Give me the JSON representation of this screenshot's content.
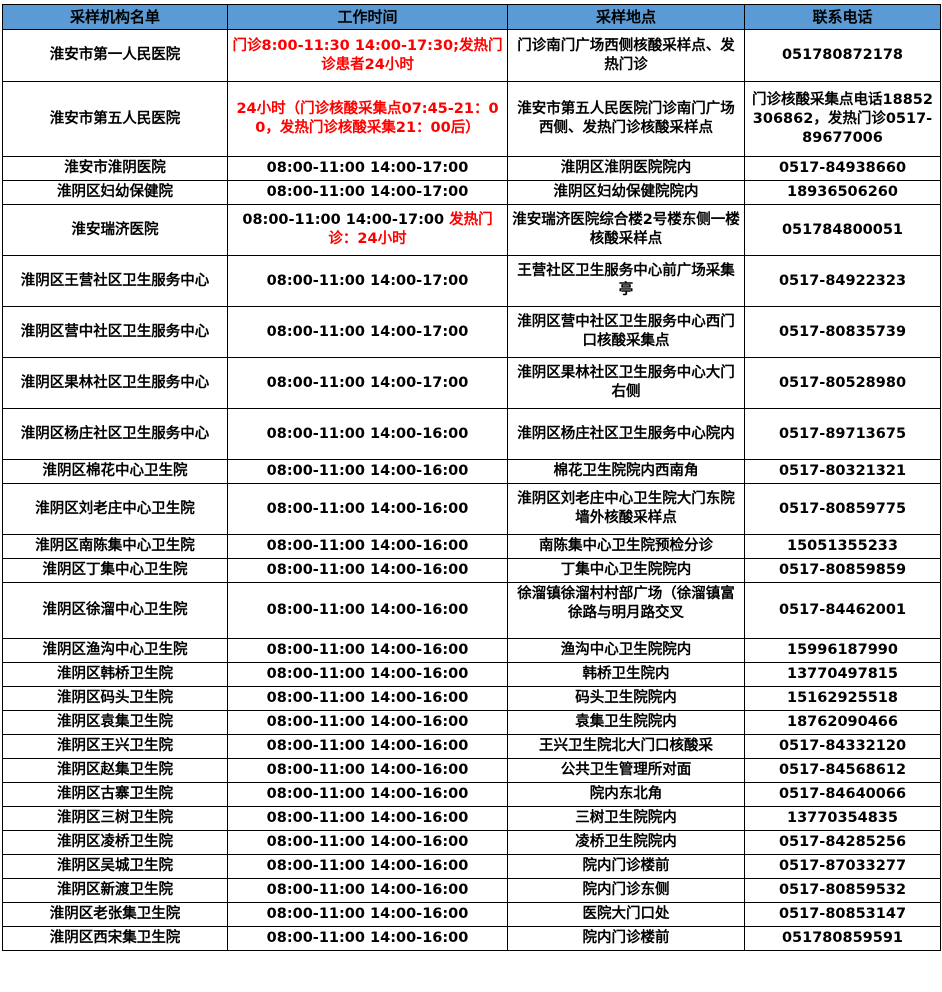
{
  "headers": [
    "采样机构名单",
    "工作时间",
    "采样地点",
    "联系电话"
  ],
  "rows": [
    {
      "org": "淮安市第一人民医院",
      "time": "门诊8:00-11:30 14:00-17:30;发热门诊患者24小时",
      "time_red": true,
      "loc": "门诊南门广场西侧核酸采样点、发热门诊",
      "phone": "051780872178"
    },
    {
      "org": "淮安市第五人民医院",
      "time": "24小时（门诊核酸采集点07:45-21：00，发热门诊核酸采集21：00后）",
      "time_red": true,
      "loc": "淮安市第五人民医院门诊南门广场西侧、发热门诊核酸采样点",
      "phone": "门诊核酸采集点电话18852306862，发热门诊0517-89677006"
    },
    {
      "org": "淮安市淮阴医院",
      "time": "08:00-11:00 14:00-17:00",
      "loc": "淮阴区淮阴医院院内",
      "phone": "0517-84938660"
    },
    {
      "org": "淮阴区妇幼保健院",
      "time": "08:00-11:00 14:00-17:00",
      "loc": "淮阴区妇幼保健院院内",
      "phone": "18936506260"
    },
    {
      "org": "淮安瑞济医院",
      "time": "08:00-11:00 14:00-17:00",
      "time_extra": "发热门诊：24小时",
      "loc": "淮安瑞济医院综合楼2号楼东侧一楼核酸采样点",
      "phone": "051784800051"
    },
    {
      "org": "淮阴区王营社区卫生服务中心",
      "time": "08:00-11:00 14:00-17:00",
      "loc": "王营社区卫生服务中心前广场采集亭",
      "phone": "0517-84922323"
    },
    {
      "org": "淮阴区营中社区卫生服务中心",
      "time": "08:00-11:00 14:00-17:00",
      "loc": "淮阴区营中社区卫生服务中心西门口核酸采集点",
      "phone": "0517-80835739"
    },
    {
      "org": "淮阴区果林社区卫生服务中心",
      "time": "08:00-11:00 14:00-17:00",
      "loc": "淮阴区果林社区卫生服务中心大门右侧",
      "phone": "0517-80528980"
    },
    {
      "org": "淮阴区杨庄社区卫生服务中心",
      "time": "08:00-11:00 14:00-16:00",
      "loc": "淮阴区杨庄社区卫生服务中心院内",
      "phone": "0517-89713675"
    },
    {
      "org": "淮阴区棉花中心卫生院",
      "time": "08:00-11:00 14:00-16:00",
      "loc": "棉花卫生院院内西南角",
      "phone": "0517-80321321"
    },
    {
      "org": "淮阴区刘老庄中心卫生院",
      "time": "08:00-11:00 14:00-16:00",
      "loc": "淮阴区刘老庄中心卫生院大门东院墙外核酸采样点",
      "phone": "0517-80859775"
    },
    {
      "org": "淮阴区南陈集中心卫生院",
      "time": "08:00-11:00 14:00-16:00",
      "loc": "南陈集中心卫生院预检分诊",
      "phone": "15051355233"
    },
    {
      "org": "淮阴区丁集中心卫生院",
      "time": "08:00-11:00 14:00-16:00",
      "loc": "丁集中心卫生院院内",
      "phone": "0517-80859859"
    },
    {
      "org": "淮阴区徐溜中心卫生院",
      "time": "08:00-11:00 14:00-16:00",
      "loc": "徐溜镇徐溜村村部广场（徐溜镇富徐路与明月路交叉",
      "loc_clip": true,
      "phone": "0517-84462001"
    },
    {
      "org": "淮阴区渔沟中心卫生院",
      "time": "08:00-11:00 14:00-16:00",
      "loc": "渔沟中心卫生院院内",
      "phone": "15996187990"
    },
    {
      "org": "淮阴区韩桥卫生院",
      "time": "08:00-11:00 14:00-16:00",
      "loc": "韩桥卫生院内",
      "phone": "13770497815"
    },
    {
      "org": "淮阴区码头卫生院",
      "time": "08:00-11:00 14:00-16:00",
      "loc": "码头卫生院院内",
      "phone": "15162925518"
    },
    {
      "org": "淮阴区袁集卫生院",
      "time": "08:00-11:00 14:00-16:00",
      "loc": "袁集卫生院院内",
      "phone": "18762090466"
    },
    {
      "org": "淮阴区王兴卫生院",
      "time": "08:00-11:00 14:00-16:00",
      "loc": "王兴卫生院北大门口核酸采",
      "phone": "0517-84332120"
    },
    {
      "org": "淮阴区赵集卫生院",
      "time": "08:00-11:00 14:00-16:00",
      "loc": "公共卫生管理所对面",
      "phone": "0517-84568612"
    },
    {
      "org": "淮阴区古寨卫生院",
      "time": "08:00-11:00 14:00-16:00",
      "loc": "院内东北角",
      "phone": "0517-84640066"
    },
    {
      "org": "淮阴区三树卫生院",
      "time": "08:00-11:00 14:00-16:00",
      "loc": "三树卫生院院内",
      "phone": "13770354835"
    },
    {
      "org": "淮阴区凌桥卫生院",
      "time": "08:00-11:00 14:00-16:00",
      "loc": "凌桥卫生院院内",
      "phone": "0517-84285256"
    },
    {
      "org": "淮阴区吴城卫生院",
      "time": "08:00-11:00 14:00-16:00",
      "loc": "院内门诊楼前",
      "phone": "0517-87033277"
    },
    {
      "org": "淮阴区新渡卫生院",
      "time": "08:00-11:00 14:00-16:00",
      "loc": "院内门诊东侧",
      "phone": "0517-80859532"
    },
    {
      "org": "淮阴区老张集卫生院",
      "time": "08:00-11:00 14:00-16:00",
      "loc": "医院大门口处",
      "phone": "0517-80853147"
    },
    {
      "org": "淮阴区西宋集卫生院",
      "time": "08:00-11:00 14:00-16:00",
      "loc": "院内门诊楼前",
      "phone": "051780859591"
    }
  ],
  "colors": {
    "header_bg": "#5b9bd5",
    "highlight_text": "#ff0000",
    "border": "#000000"
  }
}
